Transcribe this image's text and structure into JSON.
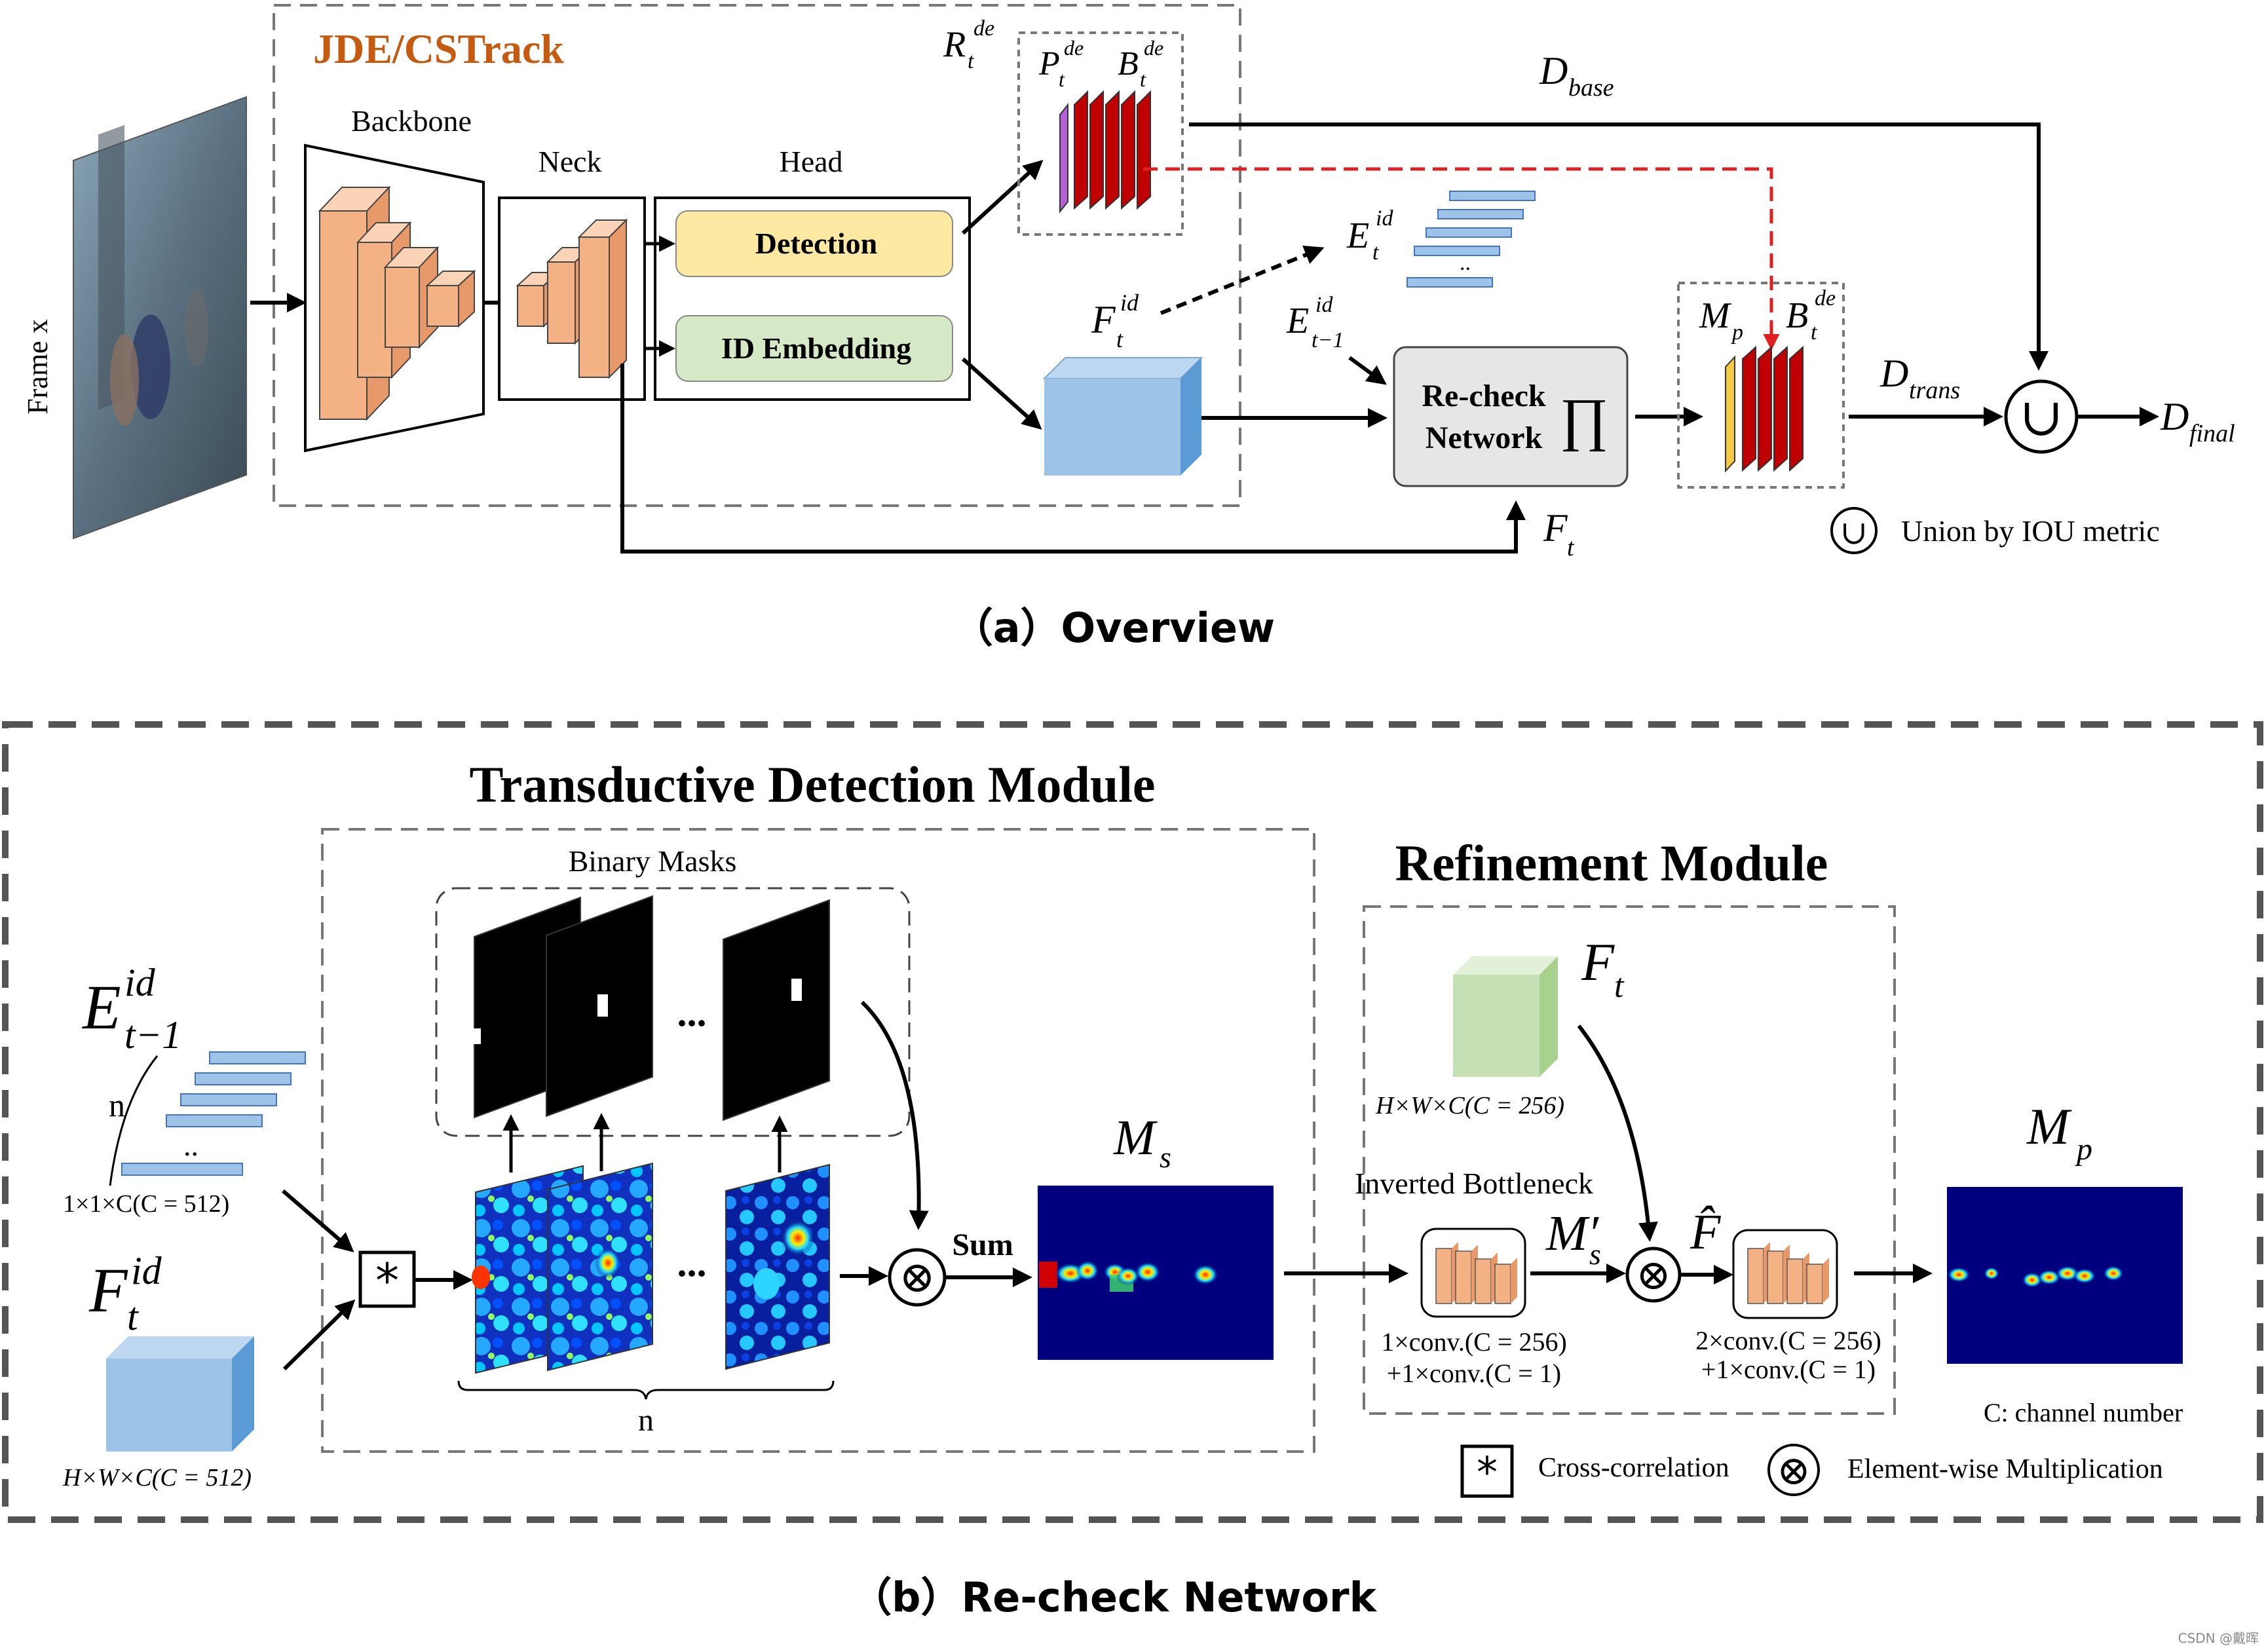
{
  "overview": {
    "caption": "（a）Overview",
    "frame_label": "Frame x",
    "jde_label": "JDE/CSTrack",
    "backbone_label": "Backbone",
    "neck_label": "Neck",
    "head_label": "Head",
    "detection_label": "Detection",
    "id_embedding_label": "ID Embedding",
    "r_de": {
      "base": "R",
      "sub": "t",
      "sup": "de"
    },
    "p_de": {
      "base": "P",
      "sub": "t",
      "sup": "de"
    },
    "b_de": {
      "base": "B",
      "sub": "t",
      "sup": "de"
    },
    "d_base": {
      "base": "D",
      "sub": "base"
    },
    "e_id": {
      "base": "E",
      "sub": "t",
      "sup": "id"
    },
    "e_id_dots": "..",
    "f_id": {
      "base": "F",
      "sub": "t",
      "sup": "id"
    },
    "e_prev": {
      "base": "E",
      "sub": "t−1",
      "sup": "id"
    },
    "recheck_line1": "Re-check",
    "recheck_line2": "Network",
    "pi_symbol": "∏",
    "m_p": {
      "base": "M",
      "sub": "p"
    },
    "b_de2": {
      "base": "B",
      "sub": "t",
      "sup": "de"
    },
    "d_trans": {
      "base": "D",
      "sub": "trans"
    },
    "d_final": {
      "base": "D",
      "sub": "final"
    },
    "union_symbol": "∪",
    "f_t": {
      "base": "F",
      "sub": "t"
    },
    "legend_union_text": "Union by IOU metric"
  },
  "recheck": {
    "caption": "（b）Re-check Network",
    "tdm_title": "Transductive Detection Module",
    "rm_title": "Refinement Module",
    "binary_masks_label": "Binary Masks",
    "e_prev": {
      "base": "E",
      "sub": "t−1",
      "sup": "id"
    },
    "n_label": "n",
    "dots": "..",
    "e_dim": "1×1×C(C = 512)",
    "f_id": {
      "base": "F",
      "sub": "t",
      "sup": "id"
    },
    "f_dim": "H×W×C(C = 512)",
    "star": "*",
    "ellipsis": "...",
    "n_bottom": "n",
    "otimes": "⊗",
    "sum_label": "Sum",
    "m_s": {
      "base": "M",
      "sub": "s"
    },
    "f_t": {
      "base": "F",
      "sub": "t"
    },
    "ft_dim": "H×W×C(C = 256)",
    "inverted_bottleneck": "Inverted  Bottleneck",
    "m_s_prime": {
      "base": "M′",
      "sub": "s"
    },
    "f_hat": "F̂",
    "m_p": {
      "base": "M",
      "sub": "p"
    },
    "conv1_line1": "1×conv.(C = 256)",
    "conv1_line2": "+1×conv.(C = 1)",
    "conv2_line1": "2×conv.(C = 256)",
    "conv2_line2": "+1×conv.(C = 1)",
    "channel_note": "C: channel number",
    "legend_cc": "Cross-correlation",
    "legend_em": "Element-wise Multiplication"
  },
  "watermark": "CSDN @戴晖",
  "colors": {
    "detection_fill": "#fde9a2",
    "embedding_fill": "#d6e9c6",
    "orange_block": "#f4b183",
    "blue_cube": "#9dc3e6",
    "green_cube": "#c5e0b4",
    "red_map": "#c00000",
    "purple_map": "#b45fd6",
    "yellow_map": "#f6c945",
    "dashed_red": "#e02020",
    "title_orange": "#c55a11",
    "heat_bg": "#00007f"
  }
}
